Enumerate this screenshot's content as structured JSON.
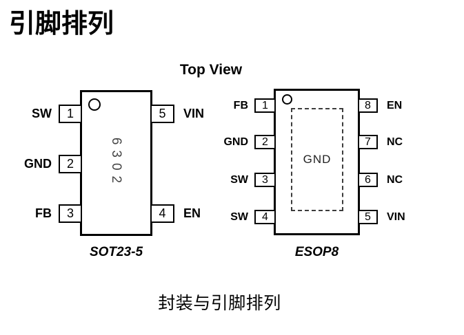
{
  "page": {
    "title": "引脚排列",
    "top_view_label": "Top View",
    "caption": "封装与引脚排列"
  },
  "packages": [
    {
      "name": "SOT23-5",
      "chip_marking": "6302",
      "left_pins": [
        {
          "number": "1",
          "label": "SW"
        },
        {
          "number": "2",
          "label": "GND"
        },
        {
          "number": "3",
          "label": "FB"
        }
      ],
      "right_pins": [
        {
          "number": "5",
          "label": "VIN"
        },
        {
          "number": "4",
          "label": "EN"
        }
      ]
    },
    {
      "name": "ESOP8",
      "thermal_pad_label": "GND",
      "left_pins": [
        {
          "number": "1",
          "label": "FB"
        },
        {
          "number": "2",
          "label": "GND"
        },
        {
          "number": "3",
          "label": "SW"
        },
        {
          "number": "4",
          "label": "SW"
        }
      ],
      "right_pins": [
        {
          "number": "8",
          "label": "EN"
        },
        {
          "number": "7",
          "label": "NC"
        },
        {
          "number": "6",
          "label": "NC"
        },
        {
          "number": "5",
          "label": "VIN"
        }
      ]
    }
  ],
  "colors": {
    "line": "#000000",
    "text": "#000000",
    "chip_marking_text": "#444444",
    "background": "#ffffff"
  }
}
